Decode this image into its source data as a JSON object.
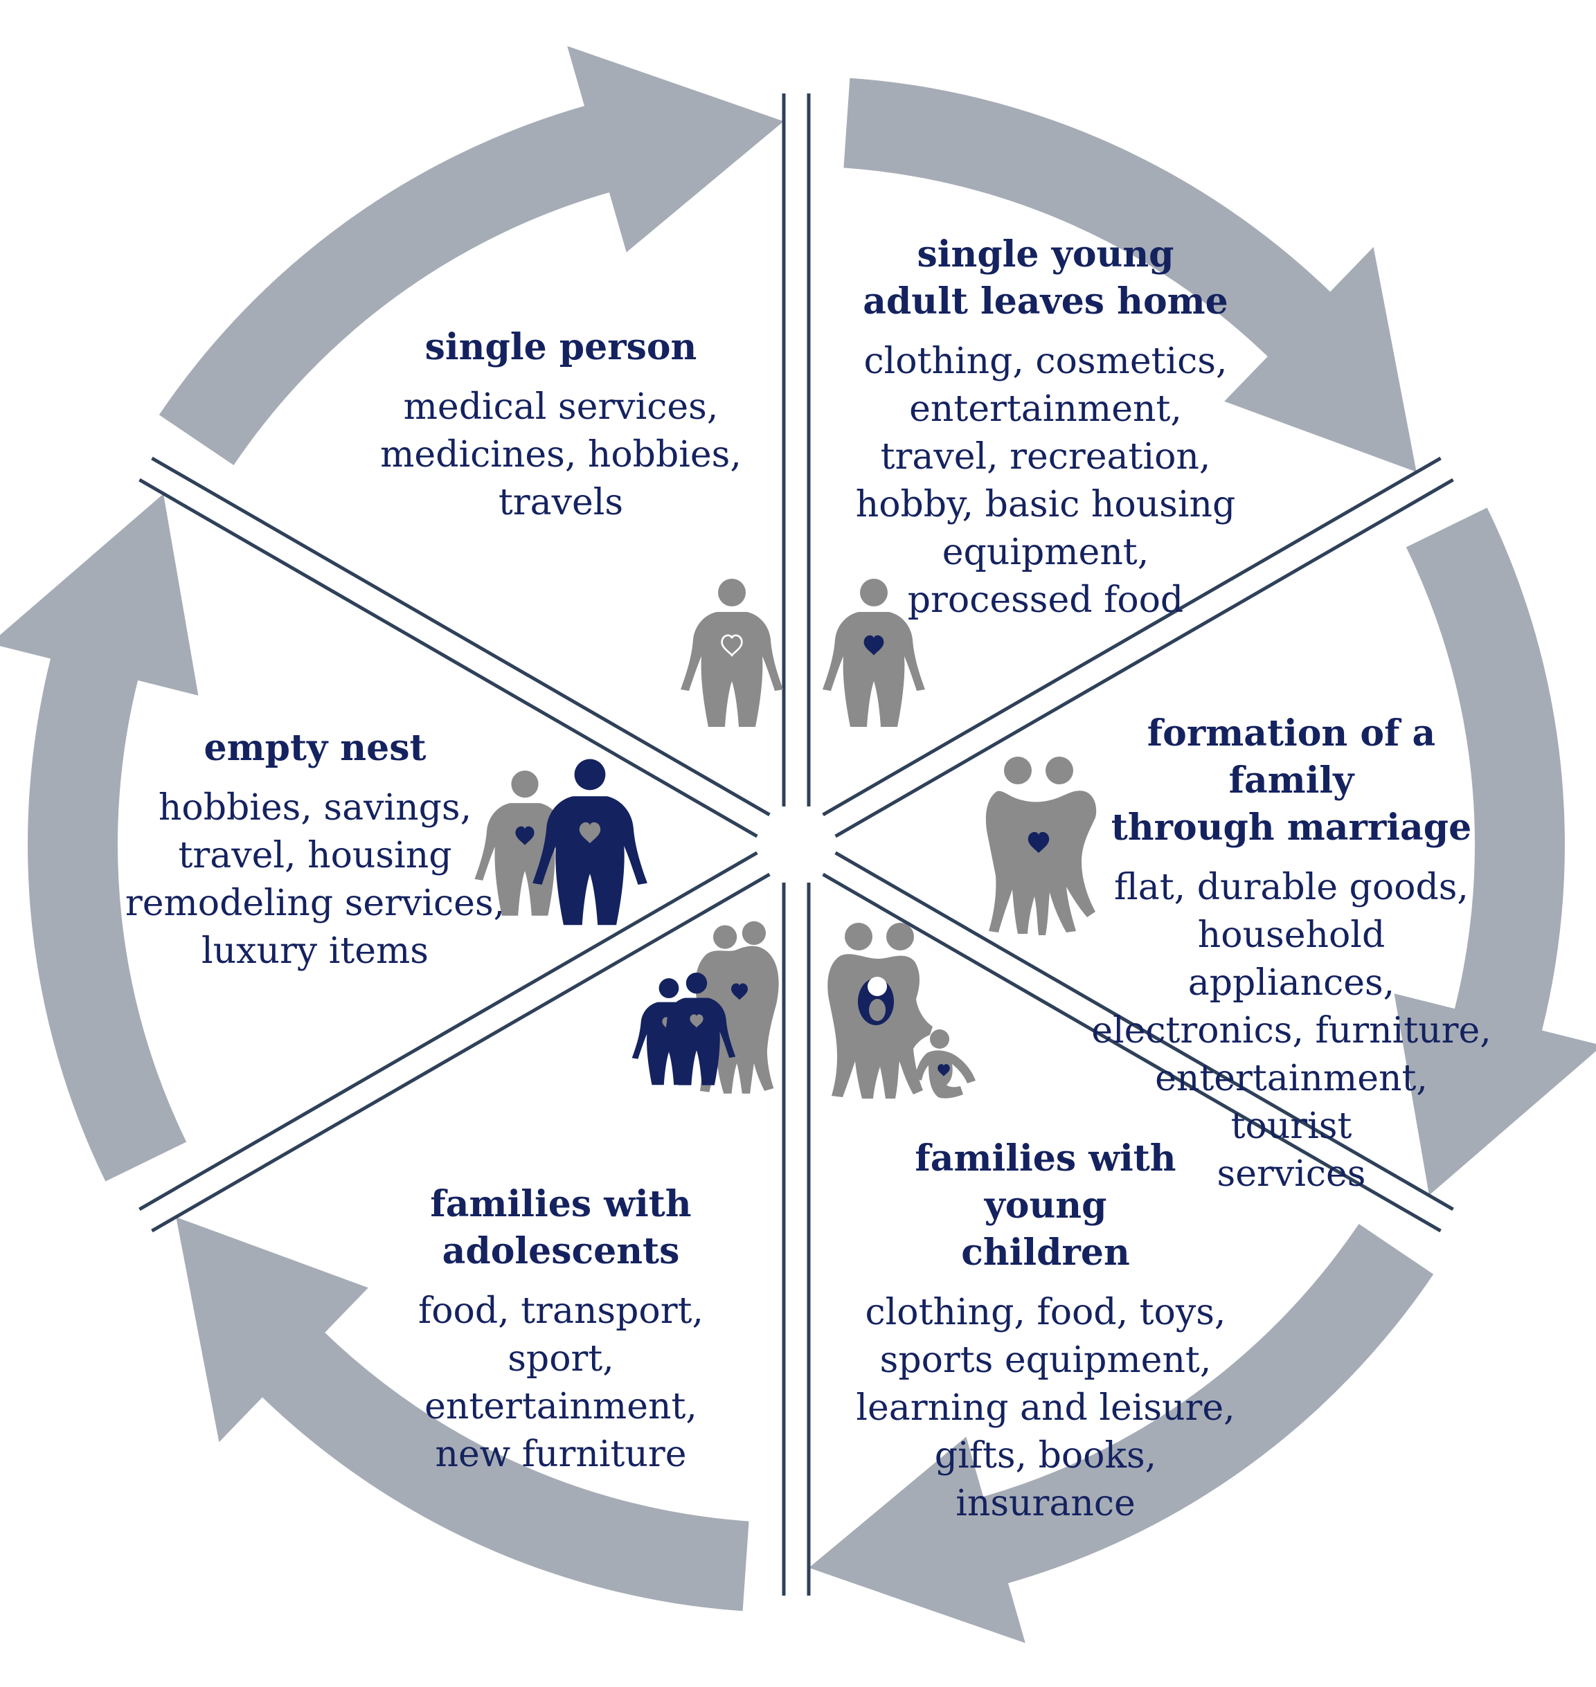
{
  "colors": {
    "arrow": "#a6acb6",
    "divider": "#2f4159",
    "text": "#14225f",
    "figure_gray": "#8b8b8b",
    "figure_navy": "#14225f"
  },
  "stages": [
    {
      "id": "single-young-adult",
      "title": "single young adult leaves home",
      "title_lines": [
        "single young",
        "adult leaves home"
      ],
      "items": [
        "clothing, cosmetics,",
        "entertainment,",
        "travel, recreation,",
        "hobby, basic housing",
        "equipment,",
        "processed food"
      ],
      "icon": "single-person-heart-icon"
    },
    {
      "id": "formation-of-family",
      "title": "formation of a family through marriage",
      "title_lines": [
        "formation of a family",
        "through marriage"
      ],
      "items": [
        "flat, durable goods,",
        "household appliances,",
        "electronics, furniture,",
        "entertainment, tourist",
        "services"
      ],
      "icon": "couple-embrace-icon"
    },
    {
      "id": "young-children",
      "title": "families with young children",
      "title_lines": [
        "families with young",
        "children"
      ],
      "items": [
        "clothing, food, toys,",
        "sports equipment,",
        "learning and leisure,",
        "gifts, books,",
        "insurance"
      ],
      "icon": "family-with-baby-icon"
    },
    {
      "id": "adolescents",
      "title": "families with adolescents",
      "title_lines": [
        "families with",
        "adolescents"
      ],
      "items": [
        "food, transport,",
        "sport, entertainment,",
        "new furniture"
      ],
      "icon": "family-with-teens-icon"
    },
    {
      "id": "empty-nest",
      "title": "empty nest",
      "title_lines": [
        "empty nest"
      ],
      "items": [
        "hobbies, savings,",
        "travel, housing",
        "remodeling services,",
        "luxury items"
      ],
      "icon": "elderly-couple-icon"
    },
    {
      "id": "single-person",
      "title": "single person",
      "title_lines": [
        "single person"
      ],
      "items": [
        "medical services,",
        "medicines, hobbies,",
        "travels"
      ],
      "icon": "single-person-outline-heart-icon"
    }
  ]
}
